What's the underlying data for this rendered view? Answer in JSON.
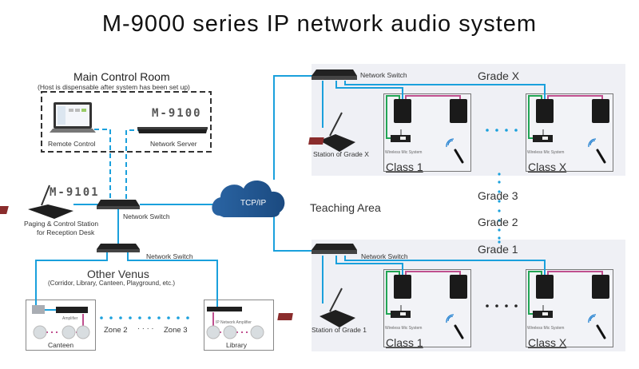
{
  "title": "M-9000 series IP network audio system",
  "colors": {
    "network_line": "#1aa0dc",
    "speaker_line": "#c0508f",
    "mic_line": "#22a555",
    "cloud": "#1f5590",
    "panel_bg": "#eff0f5",
    "dashed_border": "#333333"
  },
  "main_control_room": {
    "heading": "Main Control Room",
    "note": "(Host is dispensable after system has been set up)",
    "remote_control_label": "Remote Control",
    "network_server_label": "Network Server",
    "server_model": "M-9100"
  },
  "reception": {
    "model": "M-9101",
    "label_line1": "Paging & Control Station",
    "label_line2": "for Reception Desk"
  },
  "core": {
    "switch1_label": "Network Switch",
    "switch2_label": "Network Switch",
    "cloud_label": "TCP/IP"
  },
  "other_venues": {
    "heading": "Other Venus",
    "note": "(Corridor, Library, Canteen, Playground, etc.)",
    "canteen": {
      "label": "Canteen",
      "amplifier_label": "Amplifier"
    },
    "library": {
      "label": "Library",
      "amplifier_label": "IP Network Amplifier"
    },
    "zone2": "Zone 2",
    "zone3": "Zone 3",
    "ellipsis": "· · · ·"
  },
  "teaching_area": {
    "label": "Teaching Area",
    "grades_middle": [
      "Grade 3",
      "Grade 2"
    ],
    "grade_x": {
      "title": "Grade X",
      "switch_label": "Network Switch",
      "station_label": "Station of Grade X",
      "classes": [
        {
          "label": "Class 1",
          "wireless_label": "Wireless Mic System"
        },
        {
          "label": "Class X",
          "wireless_label": "Wireless Mic System"
        }
      ]
    },
    "grade_1": {
      "title": "Grade 1",
      "switch_label": "Network Switch",
      "station_label": "Station of Grade 1",
      "classes": [
        {
          "label": "Class 1",
          "wireless_label": "Wireless Mic System"
        },
        {
          "label": "Class X",
          "wireless_label": "Wireless Mic System"
        }
      ]
    }
  }
}
